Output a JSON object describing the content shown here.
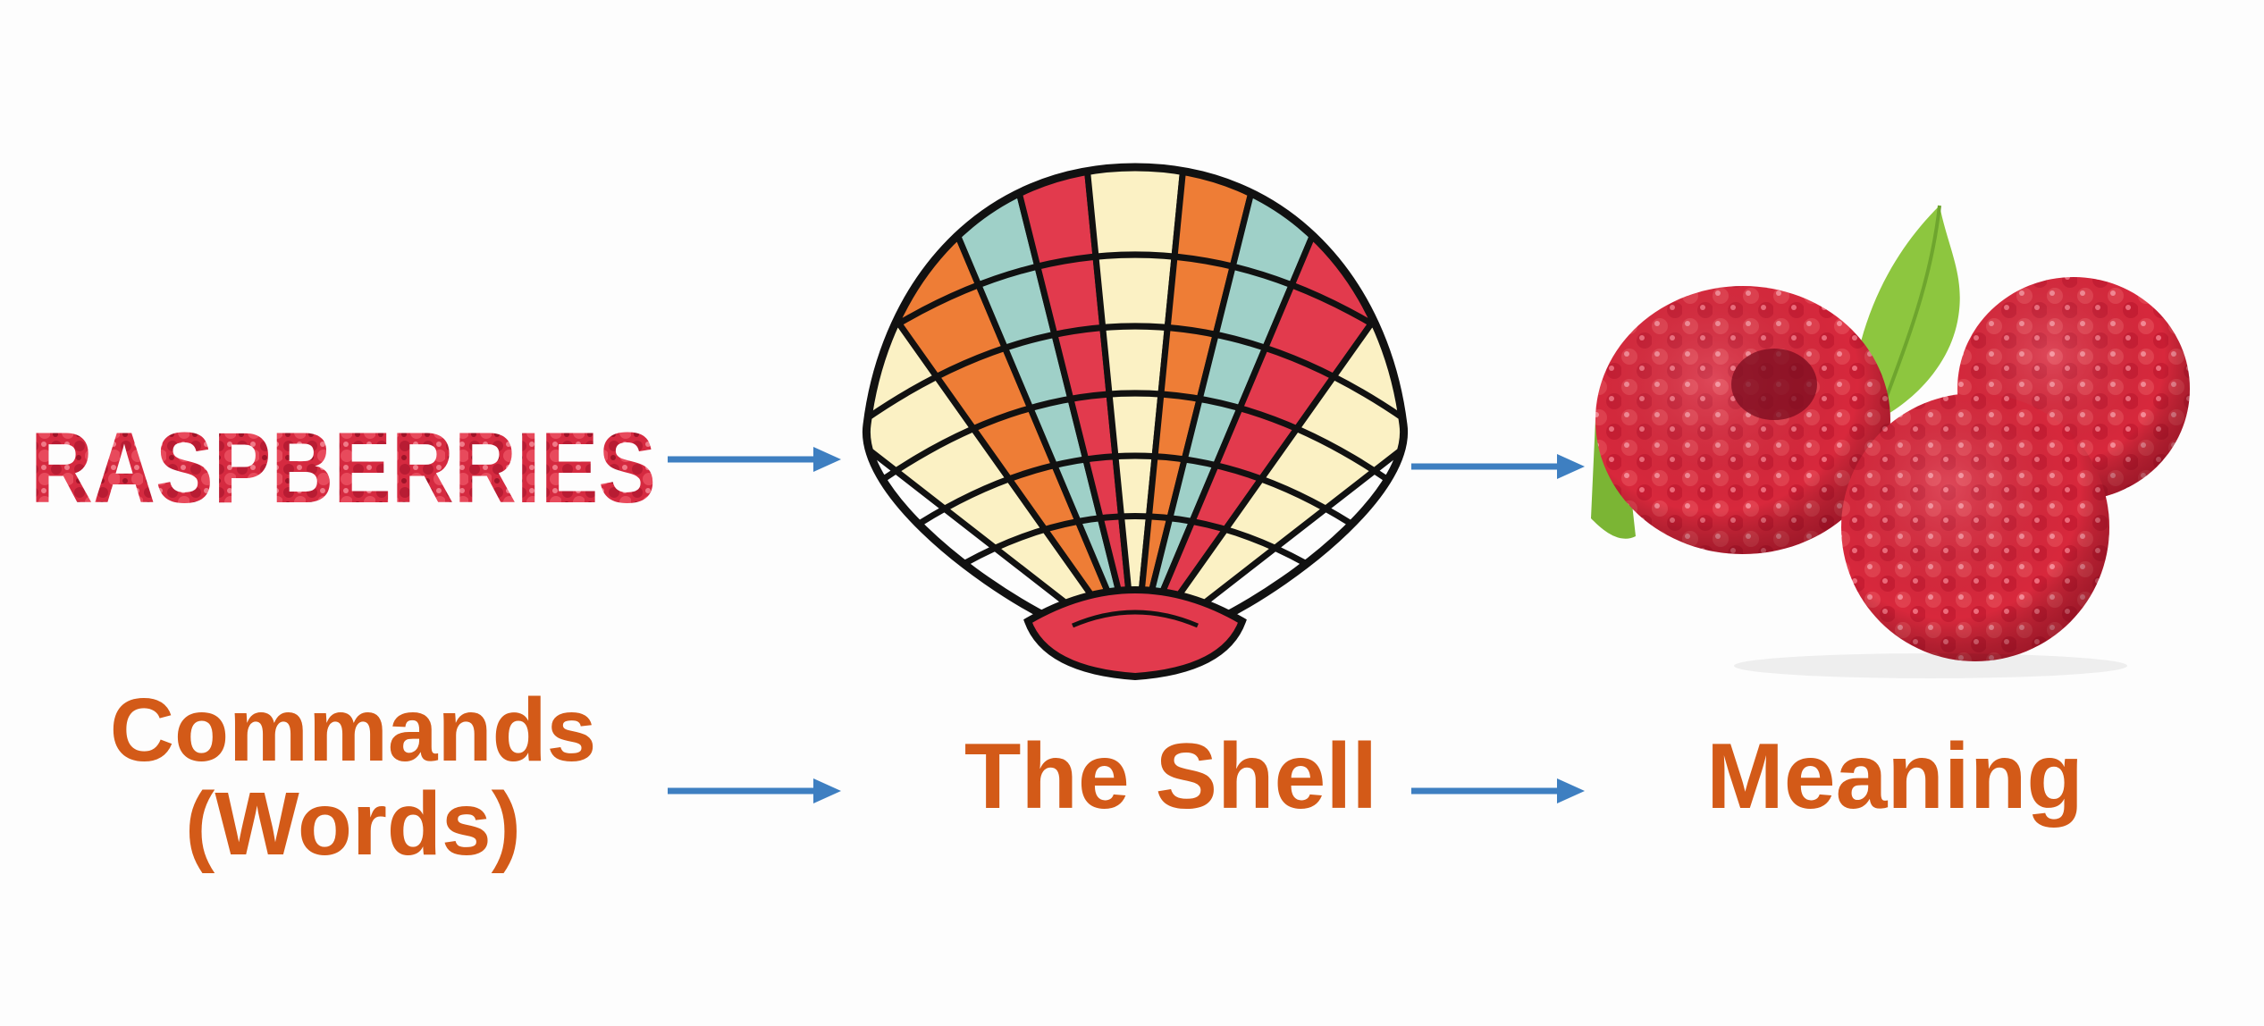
{
  "diagram": {
    "input_image_text": "RASPBERRIES",
    "input_label_line1": "Commands",
    "input_label_line2": "(Words)",
    "middle_label": "The Shell",
    "output_label": "Meaning"
  },
  "colors": {
    "label": "#d35a18",
    "arrow": "#3e7fc1",
    "shell_red": "#e23a4d",
    "shell_cream": "#fbf1c4",
    "shell_orange": "#ee7d36",
    "shell_teal": "#9fd0c8",
    "raspberry": "#d8283c",
    "leaf": "#8dc63f"
  },
  "icons": {
    "shell": "scallop-shell-icon",
    "berries": "raspberries-image",
    "arrow": "right-arrow-icon"
  }
}
